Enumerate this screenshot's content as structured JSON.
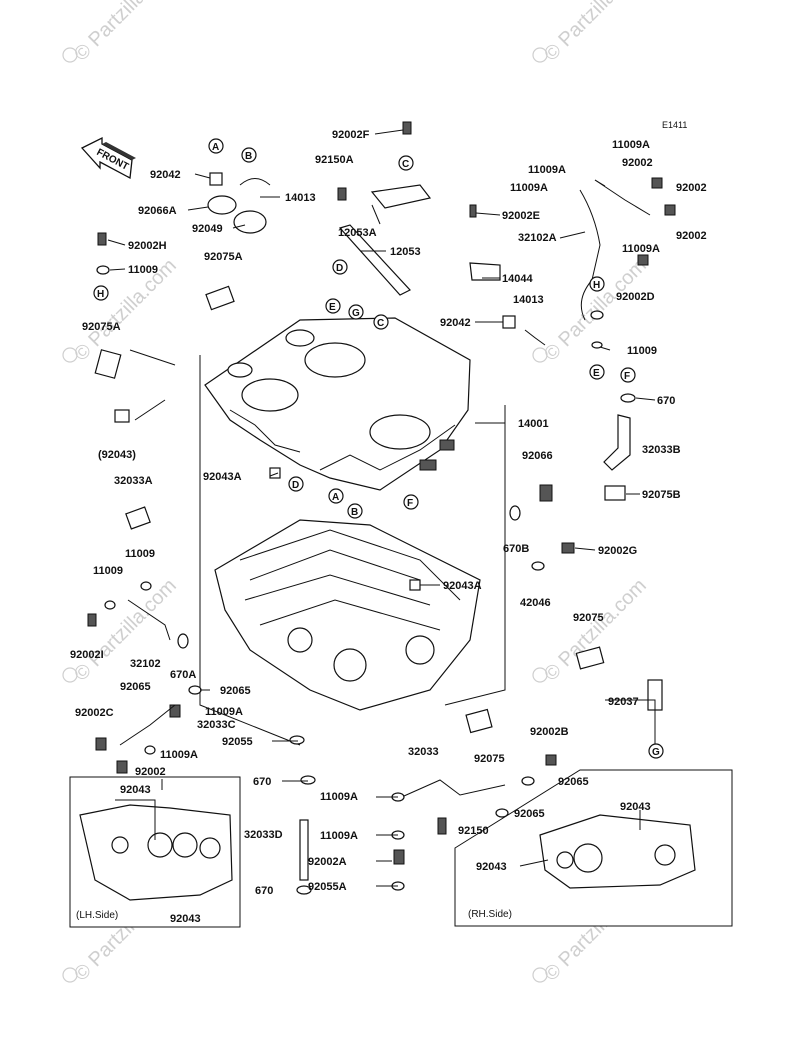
{
  "diagram_code": "E1411",
  "front_label": "FRONT",
  "watermark": "© Partzilla.com",
  "side_labels": {
    "lh": "(LH.Side)",
    "rh": "(RH.Side)"
  },
  "letters": {
    "A": "A",
    "B": "B",
    "C": "C",
    "D": "D",
    "E": "E",
    "F": "F",
    "G": "G",
    "H": "H"
  },
  "parts": {
    "p92002F": "92002F",
    "p92042": "92042",
    "p14013": "14013",
    "p92150A": "92150A",
    "p92066A": "92066A",
    "p92049": "92049",
    "p12053A": "12053A",
    "p12053": "12053",
    "p92002H": "92002H",
    "p11009": "11009",
    "p92075A": "92075A",
    "p92002E": "92002E",
    "p14044": "14044",
    "p11009A": "11009A",
    "p92002": "92002",
    "p32102A": "32102A",
    "p92002D": "92002D",
    "p670": "670",
    "p32033B": "32033B",
    "p92075B": "92075B",
    "p14001": "14001",
    "p92043p": "(92043)",
    "p92043A": "92043A",
    "p92066": "92066",
    "p32033A": "32033A",
    "p670B": "670B",
    "p92002G": "92002G",
    "p42046": "42046",
    "p92075": "92075",
    "p92002I": "92002I",
    "p32102": "32102",
    "p670A": "670A",
    "p92065": "92065",
    "p32033C": "32033C",
    "p92055": "92055",
    "p32033": "32033",
    "p92037": "92037",
    "p92002B": "92002B",
    "p32033D": "32033D",
    "p92002A": "92002A",
    "p92055A": "92055A",
    "p92150": "92150",
    "p92043": "92043"
  }
}
